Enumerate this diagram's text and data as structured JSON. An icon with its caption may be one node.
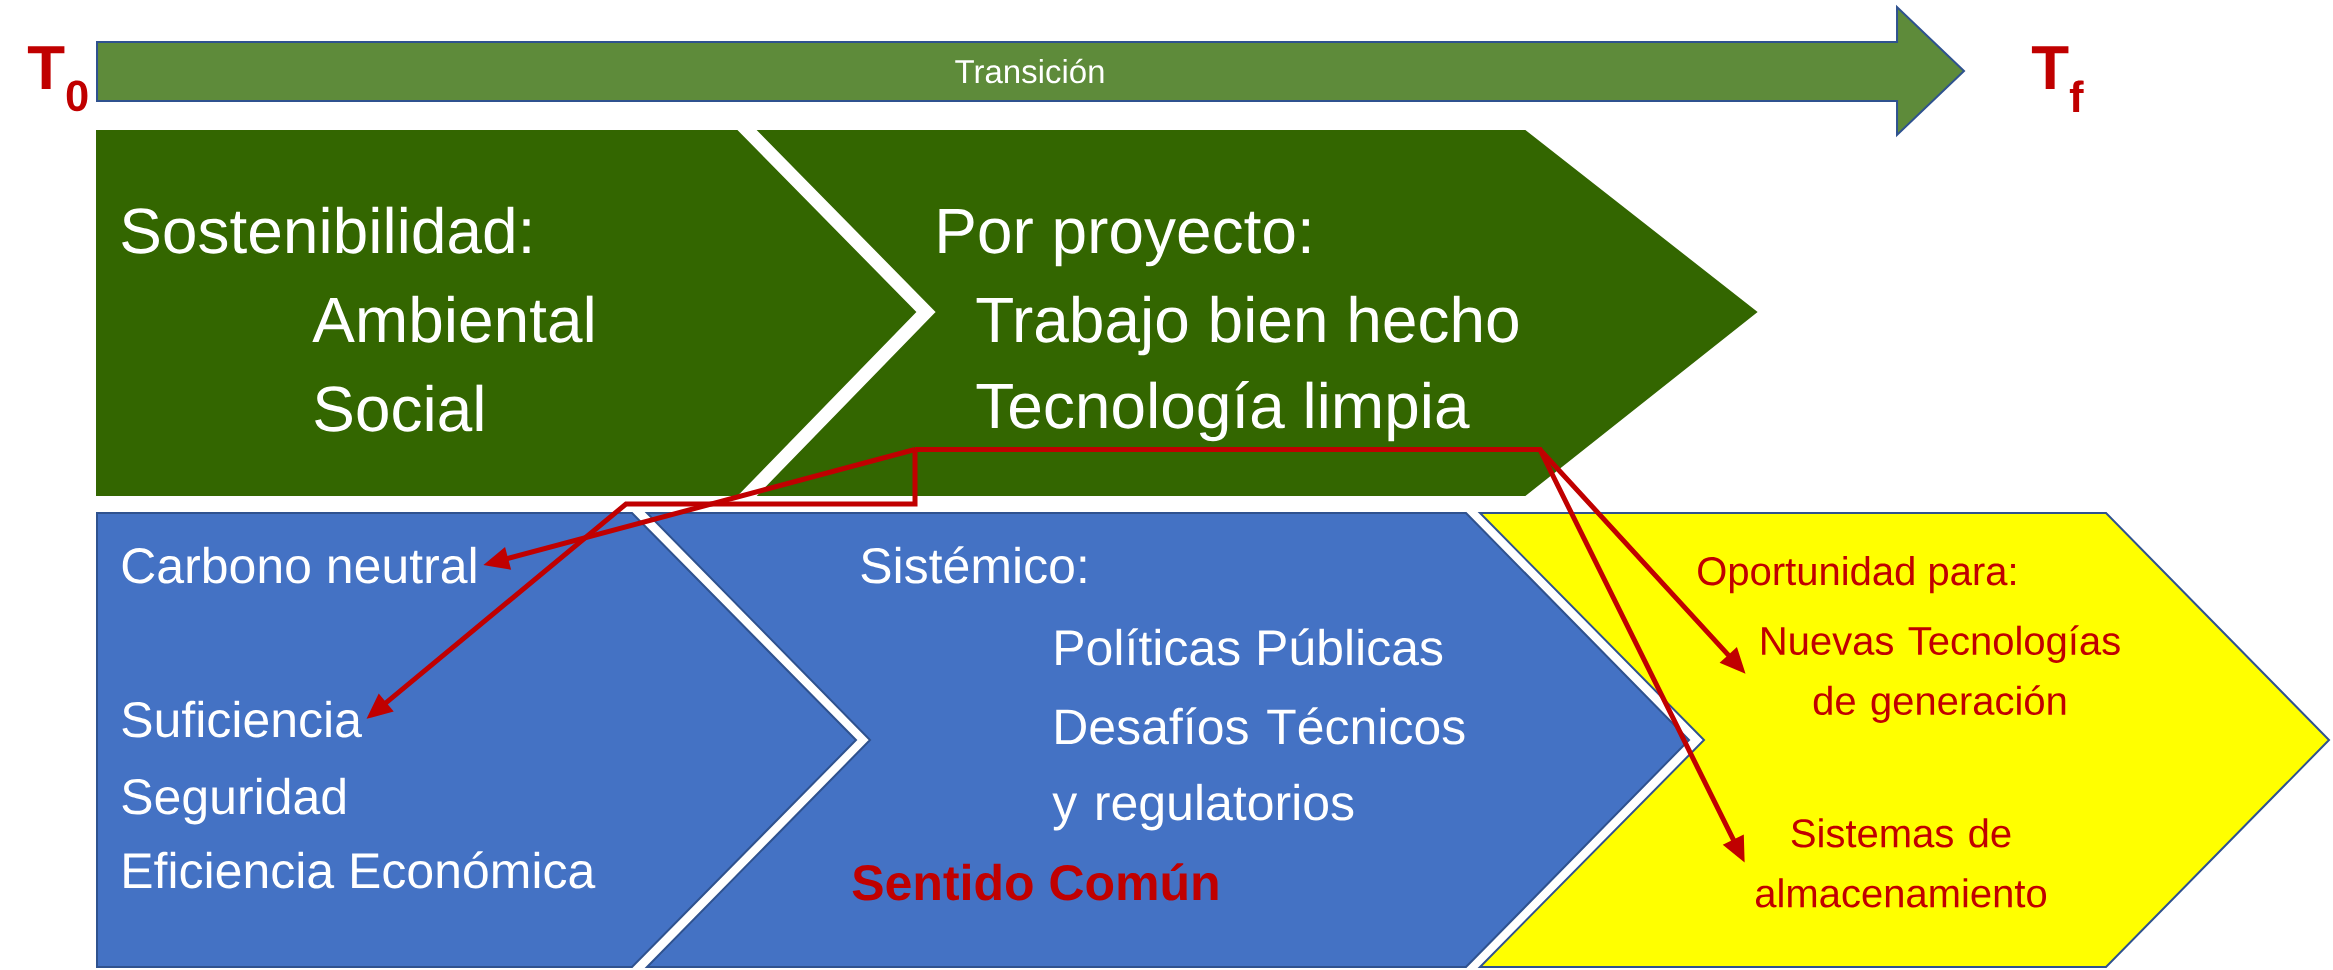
{
  "diagram": {
    "nodes": [
      {
        "text": [
          "Transición"
        ]
      },
      {
        "text": [
          "Sostenibilidad:",
          "Ambiental",
          "Social"
        ]
      },
      {
        "text": [
          "Por proyecto:",
          "Trabajo bien hecho"
        ]
      },
      {
        "text": [
          "Tecnología limpia"
        ],
        "in": 2
      },
      {
        "text": [
          "Seguridad",
          "Eficiencia Económica"
        ]
      },
      {
        "text": [
          "Carbono neutral"
        ],
        "in": 4
      },
      {
        "text": [
          "Suficiencia"
        ],
        "in": 4
      },
      {
        "text": [
          "Sistémico:",
          "Políticas Públicas",
          "Desafíos Técnicos y regulatorios",
          "Sentido Común"
        ]
      },
      {
        "text": [
          "Oportunidad para:"
        ]
      },
      {
        "text": [
          "Nuevas Tecnologías de generación"
        ],
        "in": 8
      },
      {
        "text": [
          "Sistemas de almacenamiento"
        ],
        "in": 8
      }
    ],
    "edges": [
      {
        "from": 3,
        "to": 5,
        "arrow": "to"
      },
      {
        "from": 3,
        "to": 6,
        "arrow": "to"
      },
      {
        "from": 3,
        "to": 9,
        "arrow": "to"
      },
      {
        "from": 3,
        "to": 10,
        "arrow": "to"
      }
    ],
    "labels": [
      "T$_{0}$",
      "T$_{f}$"
    ]
  }
}
